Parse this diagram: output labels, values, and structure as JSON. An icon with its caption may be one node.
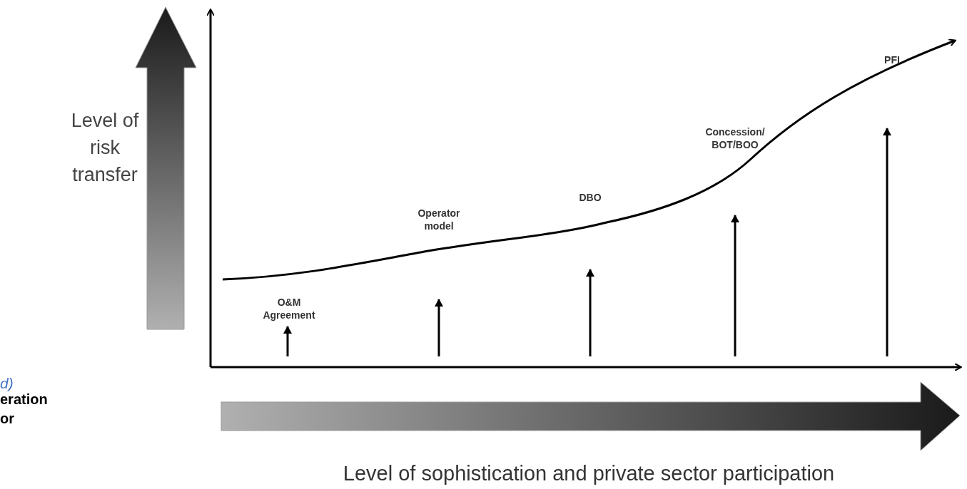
{
  "diagram": {
    "labels": [
      "Level of risk transfer",
      "PFI",
      "Concession/ BOT/BOO",
      "DBO",
      "Operator model",
      "O&M Agreement",
      "d)",
      "eration",
      "or",
      "Level of sophistication and private sector participation"
    ]
  }
}
